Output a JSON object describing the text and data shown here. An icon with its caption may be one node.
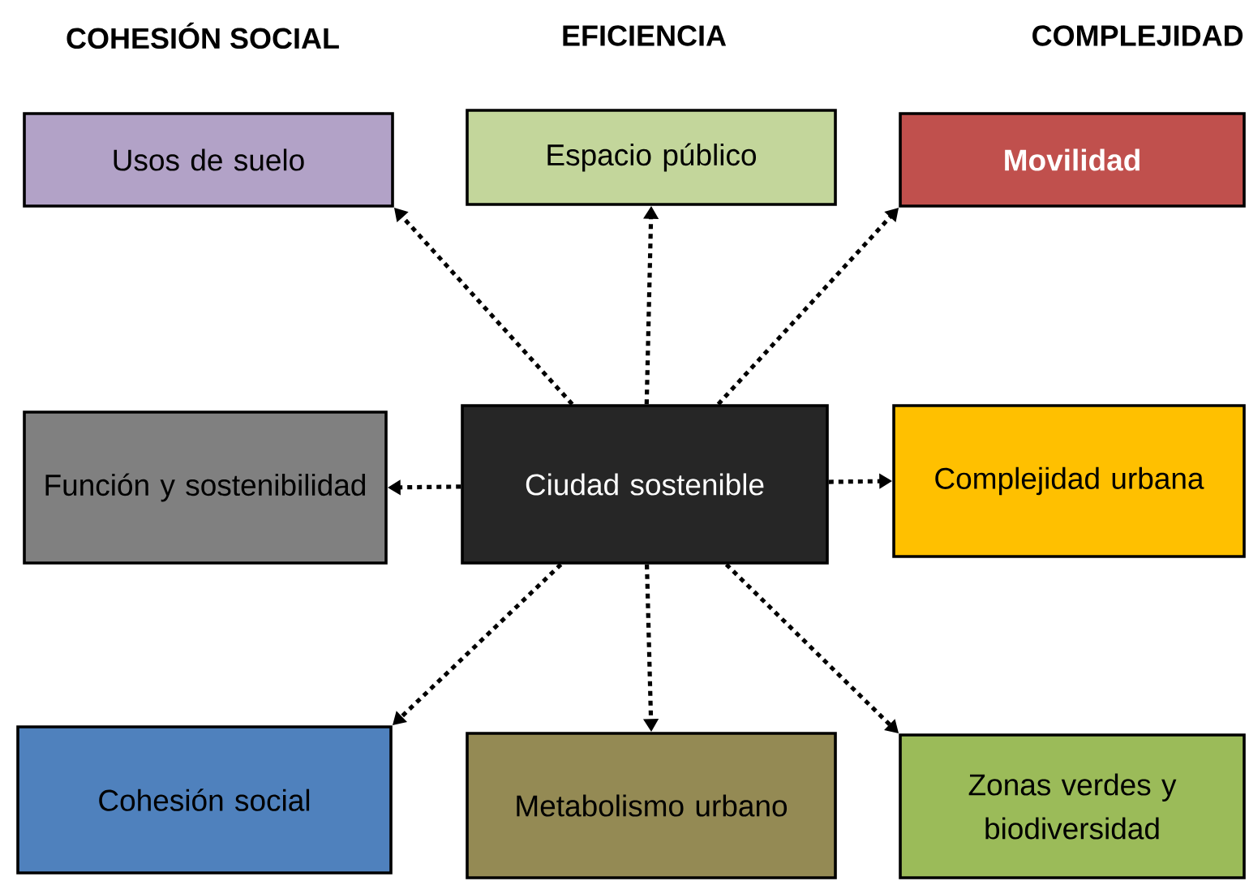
{
  "diagram": {
    "nodes": [
      {
        "text": [
          "Usos de suelo"
        ]
      },
      {
        "text": [
          "Espacio público"
        ]
      },
      {
        "text": [
          "Movilidad"
        ]
      },
      {
        "text": [
          "Función y sostenibilidad"
        ]
      },
      {
        "text": [
          "Ciudad sostenible"
        ]
      },
      {
        "text": [
          "Complejidad urbana"
        ]
      },
      {
        "text": [
          "Cohesión social"
        ]
      },
      {
        "text": [
          "Metabolismo urbano"
        ]
      },
      {
        "text": [
          "Zonas verdes y biodiversidad"
        ]
      }
    ],
    "edges": [
      {
        "from": 4,
        "to": 0,
        "arrow": "to"
      },
      {
        "from": 4,
        "to": 1,
        "arrow": "to"
      },
      {
        "from": 4,
        "to": 2,
        "arrow": "to"
      },
      {
        "from": 4,
        "to": 3,
        "arrow": "to"
      },
      {
        "from": 4,
        "to": 5,
        "arrow": "to"
      },
      {
        "from": 4,
        "to": 6,
        "arrow": "to"
      },
      {
        "from": 4,
        "to": 7,
        "arrow": "to"
      },
      {
        "from": 4,
        "to": 8,
        "arrow": "to"
      }
    ],
    "labels": [
      "COHESIÓN SOCIAL",
      "EFICIENCIA",
      "COMPLEJIDAD"
    ]
  }
}
